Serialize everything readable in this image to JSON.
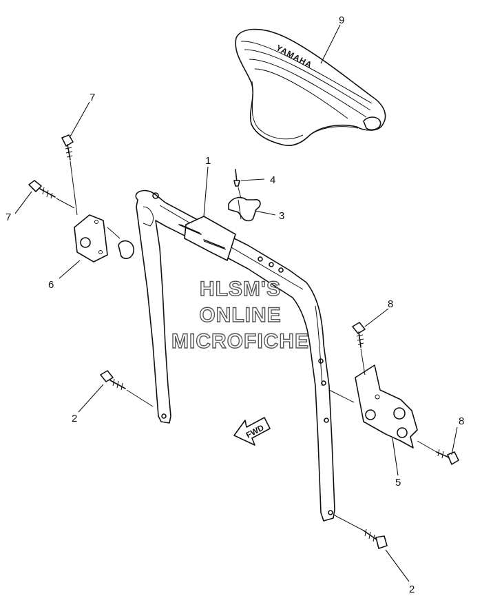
{
  "diagram": {
    "callouts": [
      {
        "id": "c1",
        "label": "1"
      },
      {
        "id": "c2a",
        "label": "2"
      },
      {
        "id": "c2b",
        "label": "2"
      },
      {
        "id": "c3",
        "label": "3"
      },
      {
        "id": "c4",
        "label": "4"
      },
      {
        "id": "c5",
        "label": "5"
      },
      {
        "id": "c6",
        "label": "6"
      },
      {
        "id": "c7a",
        "label": "7"
      },
      {
        "id": "c7b",
        "label": "7"
      },
      {
        "id": "c8a",
        "label": "8"
      },
      {
        "id": "c8b",
        "label": "8"
      },
      {
        "id": "c9",
        "label": "9"
      }
    ],
    "fwd_label": "FWD",
    "seat_brand": "YAMAHA",
    "watermark": [
      "HLSM'S",
      "ONLINE",
      "MICROFICHE"
    ]
  }
}
